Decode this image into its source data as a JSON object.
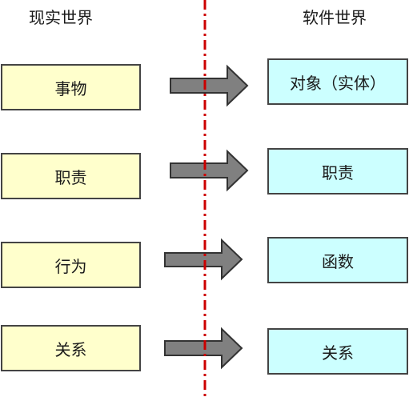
{
  "headings": {
    "real_world": "现实世界",
    "software_world": "软件世界"
  },
  "rows": [
    {
      "real": "事物",
      "software": "对象（实体）"
    },
    {
      "real": "职责",
      "software": "职责"
    },
    {
      "real": "行为",
      "software": "函数"
    },
    {
      "real": "关系",
      "software": "关系"
    }
  ],
  "colors": {
    "real_box_fill": "#ffffcc",
    "software_box_fill": "#ccffff",
    "arrow_fill": "#808080",
    "divider": "#cc0000"
  }
}
